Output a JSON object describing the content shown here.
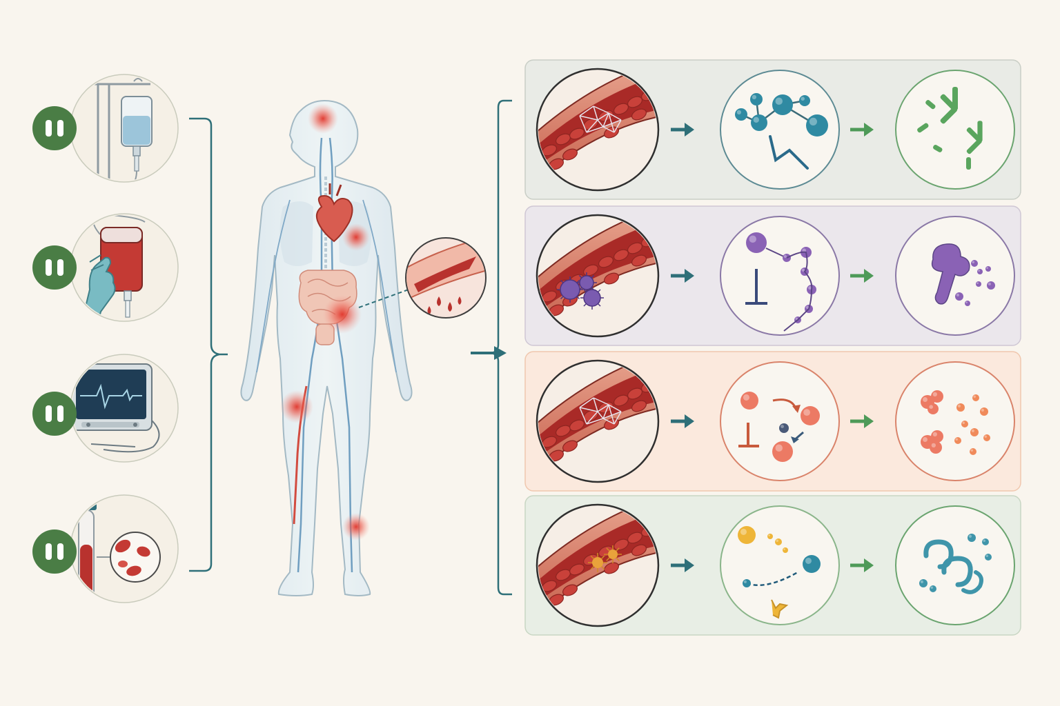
{
  "colors": {
    "background": "#f9f5ee",
    "teal": "#2e6f78",
    "green": "#4e9a58",
    "pause_badge": "#4a7d45",
    "blood_red": "#b8322e",
    "row1_panel": "#e9ebe6",
    "row2_panel": "#ebe7ec",
    "row3_panel": "#fbe9dd",
    "row4_panel": "#e8eee5",
    "molecule_teal": "#2f8aa2",
    "molecule_green": "#5aa55e",
    "molecule_purple": "#8a62b5",
    "molecule_coral": "#ec7a64",
    "molecule_yellow": "#eeb538"
  },
  "left_column": {
    "items": [
      {
        "id": "iv-drip",
        "icon": "iv-bag-icon"
      },
      {
        "id": "blood-bag",
        "icon": "blood-transfusion-icon"
      },
      {
        "id": "monitor",
        "icon": "ecg-monitor-icon"
      },
      {
        "id": "blood-tube",
        "icon": "blood-sample-tube-icon"
      }
    ],
    "badge_icon": "pause-icon"
  },
  "center": {
    "figure": "human-body-circulation-figure",
    "hotspots": [
      "head",
      "heart",
      "abdomen",
      "thigh",
      "knee"
    ],
    "callout": "bleeding-vessel-callout-icon"
  },
  "pathways": [
    {
      "id": "row-1",
      "theme": "teal-green",
      "vessel": "fibrin-clot",
      "mechanism": "teal-molecule-network",
      "result": "green-antibody-fragments"
    },
    {
      "id": "row-2",
      "theme": "purple",
      "vessel": "platelet-aggregation",
      "mechanism": "purple-inhibition-chain",
      "result": "purple-protein-complex"
    },
    {
      "id": "row-3",
      "theme": "coral",
      "vessel": "fibrin-mesh",
      "mechanism": "coral-activation-cycle",
      "result": "coral-particles"
    },
    {
      "id": "row-4",
      "theme": "yellow-teal",
      "vessel": "activated-platelets",
      "mechanism": "yellow-teal-binding",
      "result": "teal-coil-fragments"
    }
  ]
}
